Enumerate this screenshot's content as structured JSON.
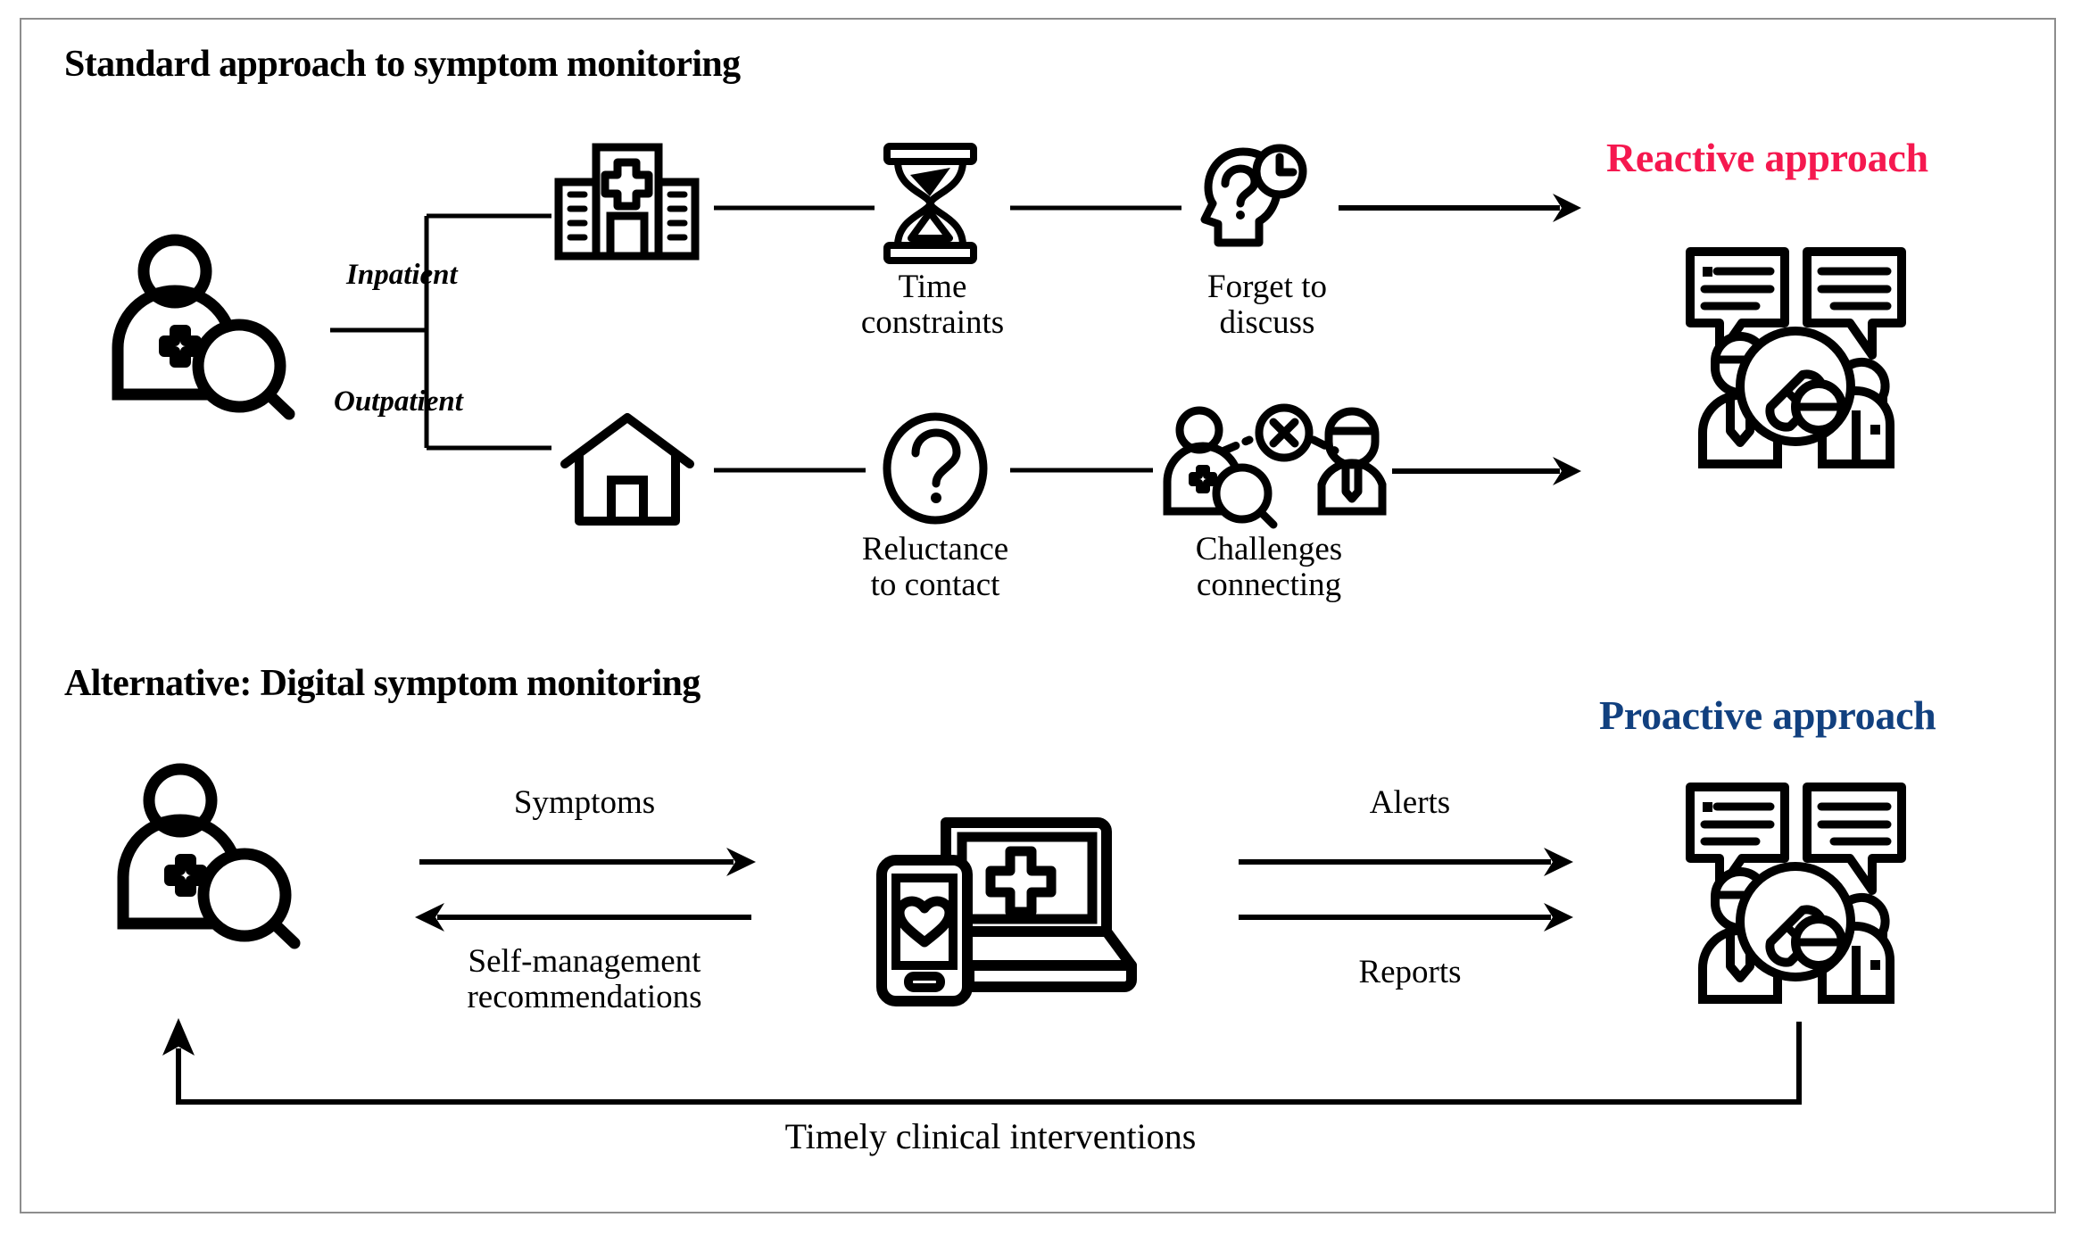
{
  "figure": {
    "top_section": {
      "title": "Standard approach to symptom monitoring",
      "approach_label": "Reactive approach",
      "approach_color": "#f5184f",
      "source_icon": "patient-search-icon",
      "branches": [
        {
          "label": "Inpatient",
          "setting_icon": "hospital-icon"
        },
        {
          "label": "Outpatient",
          "setting_icon": "house-icon"
        }
      ],
      "inpatient_nodes": [
        {
          "icon": "hourglass-icon",
          "label_line1": "Time",
          "label_line2": "constraints"
        },
        {
          "icon": "head-question-clock-icon",
          "label_line1": "Forget to",
          "label_line2": "discuss"
        }
      ],
      "outpatient_nodes": [
        {
          "icon": "question-circle-icon",
          "label_line1": "Reluctance",
          "label_line2": "to contact"
        },
        {
          "icon": "broken-connection-icon",
          "label_line1": "Challenges",
          "label_line2": "connecting"
        }
      ],
      "target_icon": "clinician-team-icon"
    },
    "bottom_section": {
      "title": "Alternative: Digital symptom monitoring",
      "approach_label": "Proactive approach",
      "approach_color": "#11407f",
      "source_icon": "patient-search-icon",
      "device_icon": "phone-laptop-health-icon",
      "target_icon": "clinician-team-icon",
      "left_flows": [
        {
          "label": "Symptoms",
          "direction": "right"
        },
        {
          "label_line1": "Self-management",
          "label_line2": "recommendations",
          "direction": "left"
        }
      ],
      "right_flows": [
        {
          "label": "Alerts",
          "direction": "right"
        },
        {
          "label": "Reports",
          "direction": "right"
        }
      ],
      "feedback_loop_label": "Timely clinical  interventions"
    }
  }
}
